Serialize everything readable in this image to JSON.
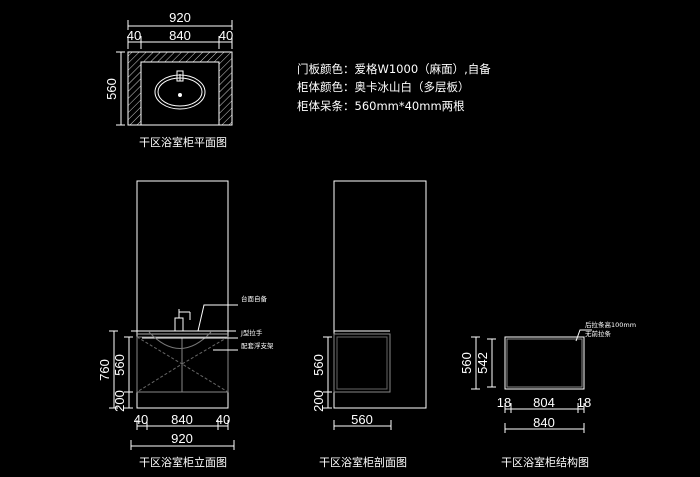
{
  "notes": {
    "door_color": "门板颜色：爱格W1000（麻面）,自备",
    "cabinet_color": "柜体颜色：奥卡冰山白（多层板）",
    "rails": "柜体呆条：560mm*40mm两根"
  },
  "plan": {
    "caption": "干区浴室柜平面图",
    "total_width": "920",
    "left_side": "40",
    "inner_width": "840",
    "right_side": "40",
    "depth": "560"
  },
  "elevation": {
    "caption": "干区浴室柜立面图",
    "height_total": "760",
    "height_cabinet": "560",
    "height_gap": "200",
    "left_side": "40",
    "inner_width": "840",
    "right_side": "40",
    "total_width": "920",
    "label_counter": "台面自备",
    "label_handle": "J型拉手",
    "label_bracket": "配套浮支架"
  },
  "section": {
    "caption": "干区浴室柜剖面图",
    "height_cabinet": "560",
    "height_gap": "200",
    "depth": "560"
  },
  "structure": {
    "caption": "干区浴室柜结构图",
    "height_outer": "560",
    "height_inner": "542",
    "left_panel": "18",
    "inner_width": "804",
    "right_panel": "18",
    "total_width": "840",
    "label_rear": "后拉条高100mm",
    "label_front": "无前拉条"
  }
}
